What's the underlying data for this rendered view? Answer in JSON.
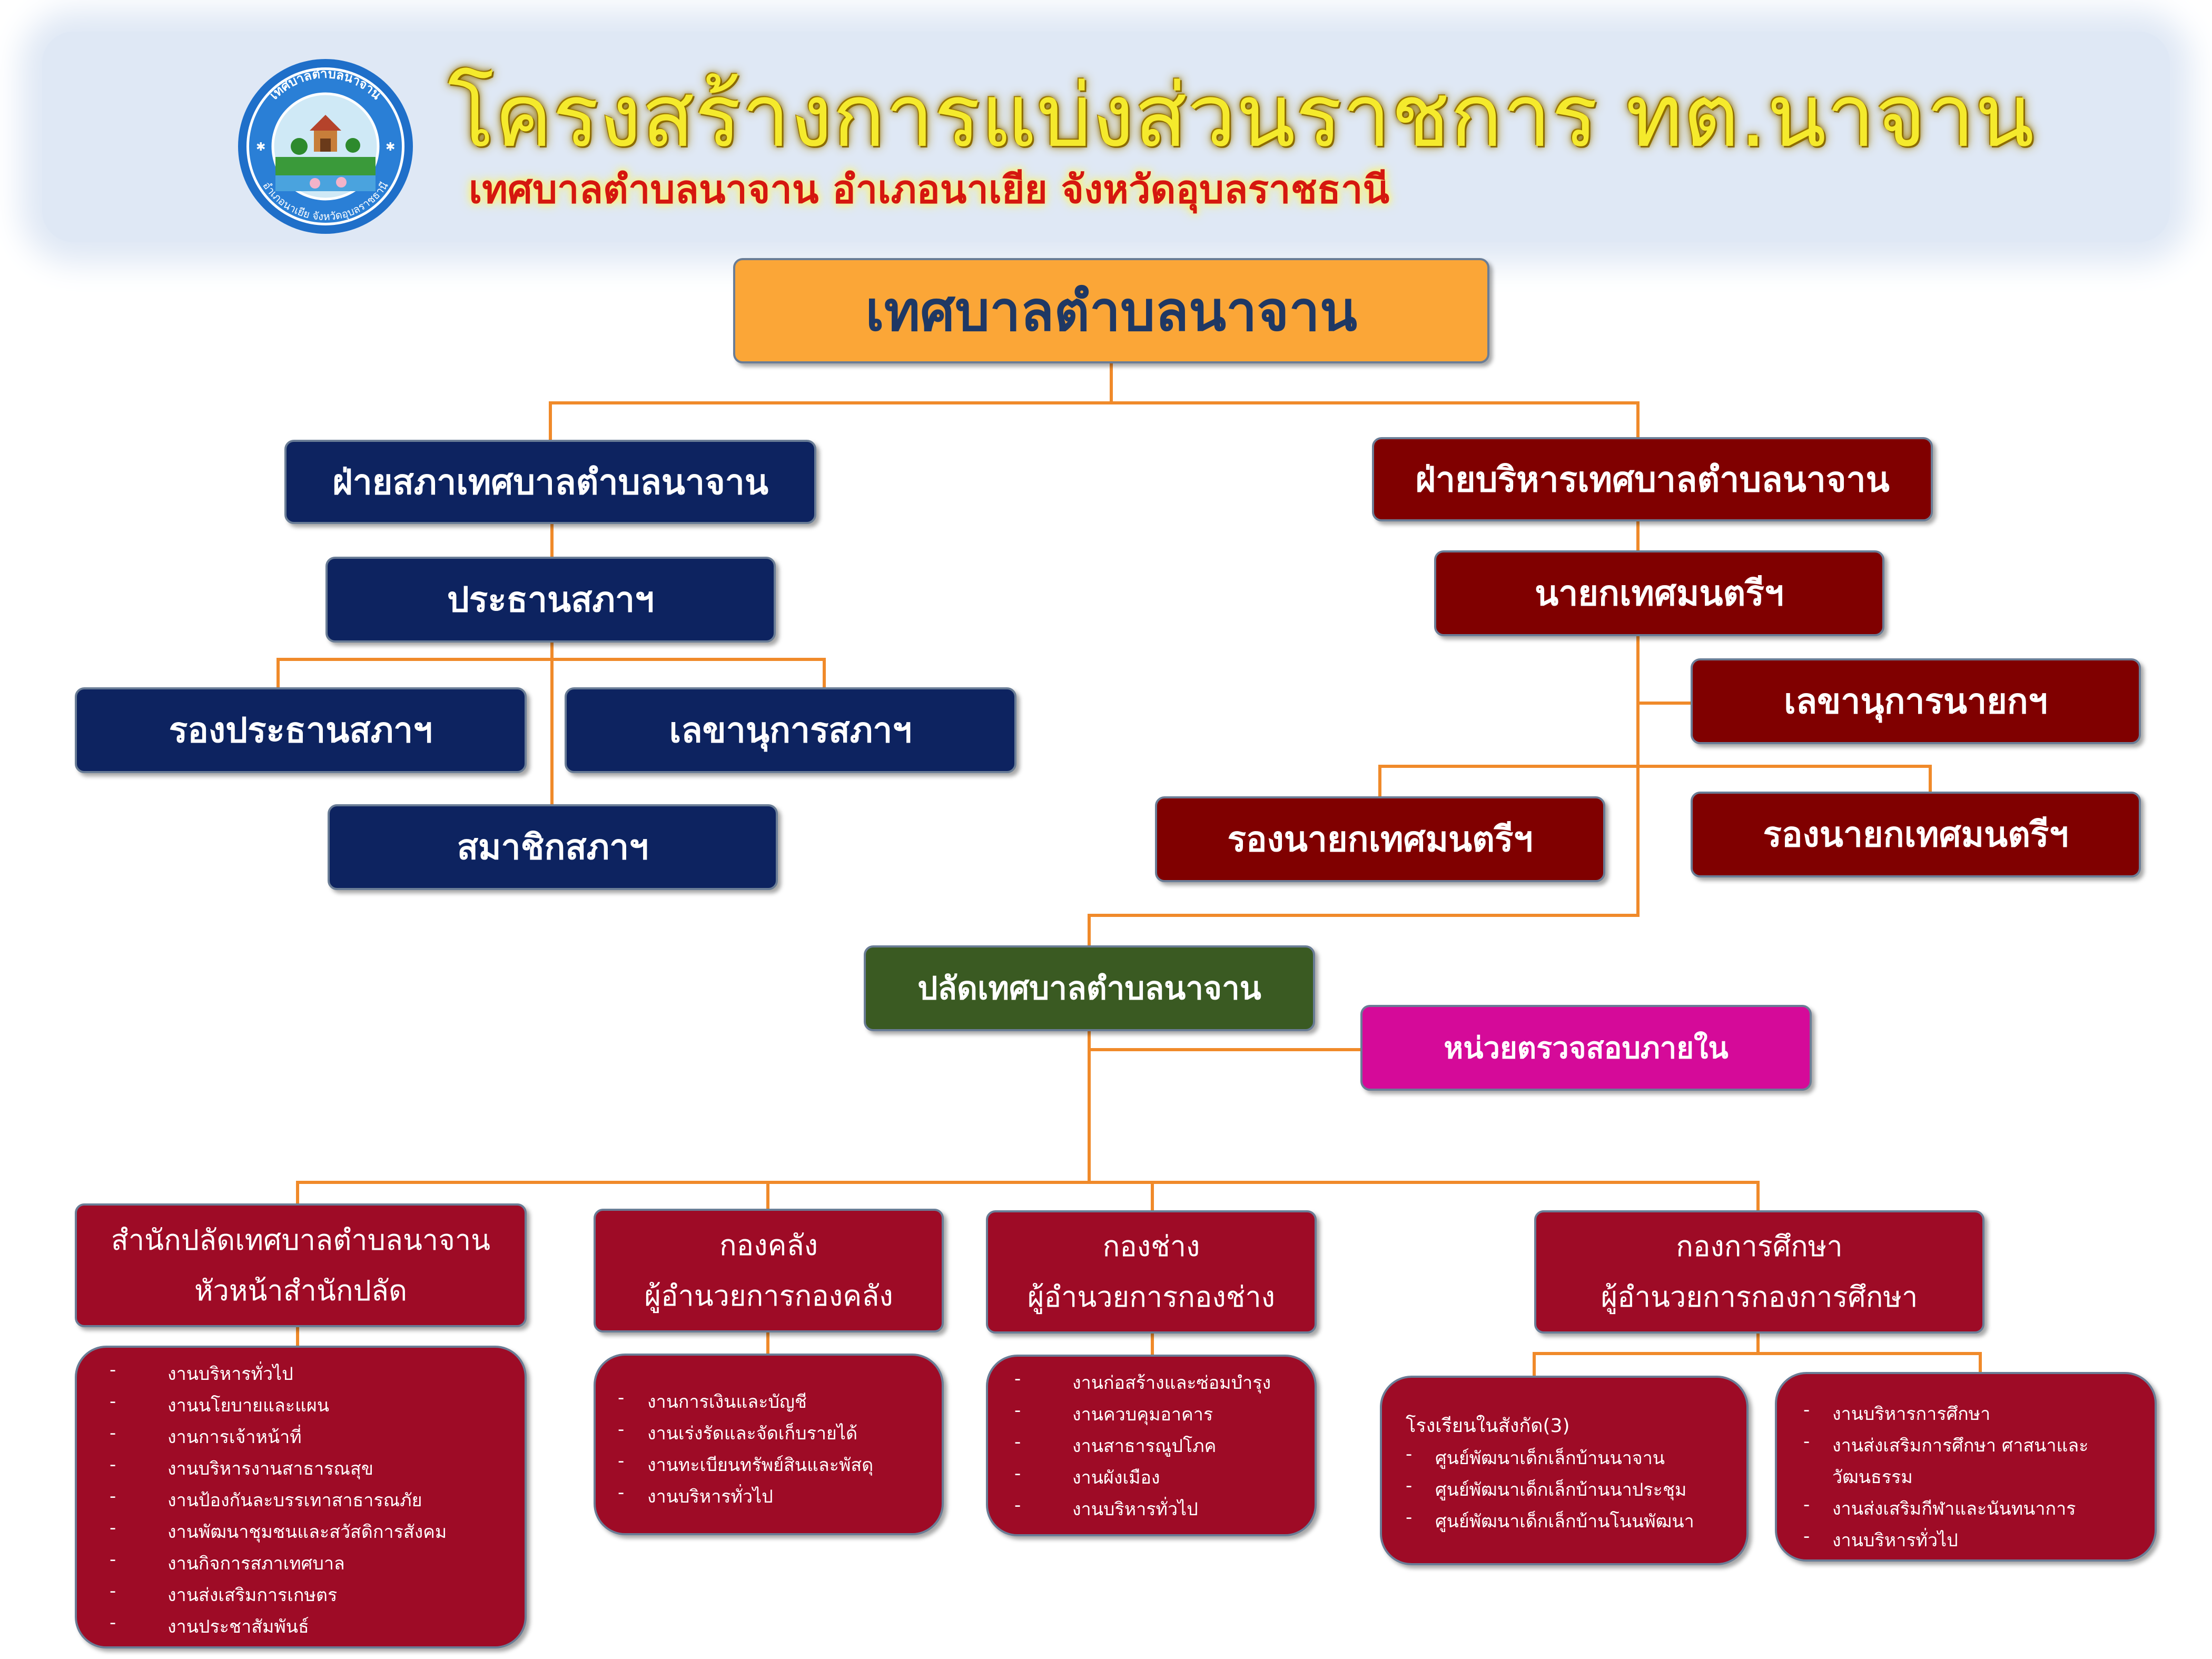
{
  "header": {
    "title": "โครงสร้างการแบ่งส่วนราชการ ทต.นาจาน",
    "subtitle": "เทศบาลตำบลนาจาน อำเภอนาเยีย จังหวัดอุบลราชธานี",
    "logo_ring_top": "เทศบาลตำบลนาจาน",
    "logo_ring_bottom": "อำเภอนาเยีย จังหวัดอุบลราชธานี"
  },
  "root": "เทศบาลตำบลนาจาน",
  "council": {
    "title": "ฝ่ายสภาเทศบาลตำบลนาจาน",
    "president": "ประธานสภาฯ",
    "vice_president": "รองประธานสภาฯ",
    "secretary": "เลขานุการสภาฯ",
    "members": "สมาชิกสภาฯ"
  },
  "executive": {
    "title": "ฝ่ายบริหารเทศบาลตำบลนาจาน",
    "mayor": "นายกเทศมนตรีฯ",
    "mayor_secretary": "เลขานุการนายกฯ",
    "deputy_mayor_1": "รองนายกเทศมนตรีฯ",
    "deputy_mayor_2": "รองนายกเทศมนตรีฯ"
  },
  "clerk": "ปลัดเทศบาลตำบลนาจาน",
  "audit": "หน่วยตรวจสอบภายใน",
  "departments": [
    {
      "line1": "สำนักปลัดเทศบาลตำบลนาจาน",
      "line2": "หัวหน้าสำนักปลัด",
      "items": [
        "งานบริหารทั่วไป",
        "งานนโยบายและแผน",
        "งานการเจ้าหน้าที่",
        "งานบริหารงานสาธารณสุข",
        "งานป้องกันละบรรเทาสาธารณภัย",
        "งานพัฒนาชุมชนและสวัสดิการสังคม",
        "งานกิจการสภาเทศบาล",
        "งานส่งเสริมการเกษตร",
        "งานประชาสัมพันธ์"
      ]
    },
    {
      "line1": "กองคลัง",
      "line2": "ผู้อำนวยการกองคลัง",
      "items": [
        "งานการเงินและบัญชี",
        "งานเร่งรัดและจัดเก็บรายได้",
        "งานทะเบียนทรัพย์สินและพัสดุ",
        "งานบริหารทั่วไป"
      ]
    },
    {
      "line1": "กองช่าง",
      "line2": "ผู้อำนวยการกองช่าง",
      "items": [
        "งานก่อสร้างและซ่อมบำรุง",
        "งานควบคุมอาคาร",
        "งานสาธารณูปโภค",
        "งานผังเมือง",
        "งานบริหารทั่วไป"
      ]
    },
    {
      "line1": "กองการศึกษา",
      "line2": "ผู้อำนวยการกองการศึกษา",
      "schools": {
        "heading": "โรงเรียนในสังกัด(3)",
        "items": [
          "ศูนย์พัฒนาเด็กเล็กบ้านนาจาน",
          "ศูนย์พัฒนาเด็กเล็กบ้านนาประชุม",
          "ศูนย์พัฒนาเด็กเล็กบ้านโนนพัฒนา"
        ]
      },
      "items": [
        "งานบริหารการศึกษา",
        "งานส่งเสริมการศึกษา ศาสนาและ",
        "วัฒนธรรม",
        "งานส่งเสริมกีฬาและนันทนาการ",
        "งานบริหารทั่วไป"
      ]
    }
  ],
  "colors": {
    "connector": "#f08a2a",
    "root_fill": "#fba637",
    "council_fill": "#0d2360",
    "executive_fill": "#800000",
    "clerk_fill": "#3a5a22",
    "audit_fill": "#d50a99",
    "department_fill": "#9e0b26",
    "title_text": "#f5ea2c",
    "subtitle_text": "#d5170f"
  }
}
